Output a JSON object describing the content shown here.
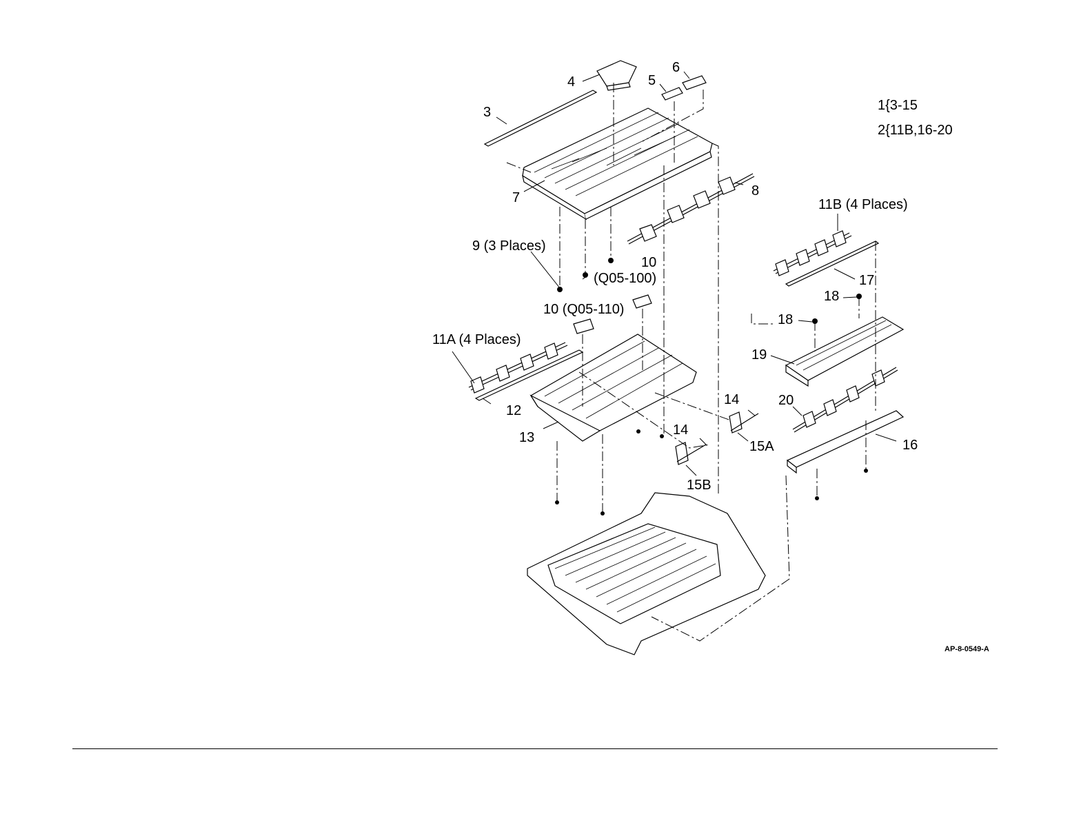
{
  "legend": {
    "line1": "1{3-15",
    "line2": "2{11B,16-20"
  },
  "figure_id": "AP-8-0549-A",
  "callouts": {
    "c3": "3",
    "c4": "4",
    "c5": "5",
    "c6": "6",
    "c7": "7",
    "c8": "8",
    "c9": "9 (3 Places)",
    "c10a": "10",
    "c10a_sub": "(Q05-100)",
    "c10b": "10 (Q05-110)",
    "c11a": "11A (4 Places)",
    "c11b": "11B (4 Places)",
    "c12": "12",
    "c13": "13",
    "c14a": "14",
    "c14b": "14",
    "c15a": "15A",
    "c15b": "15B",
    "c16": "16",
    "c17": "17",
    "c18a": "18",
    "c18b": "18",
    "c19": "19",
    "c20": "20"
  }
}
